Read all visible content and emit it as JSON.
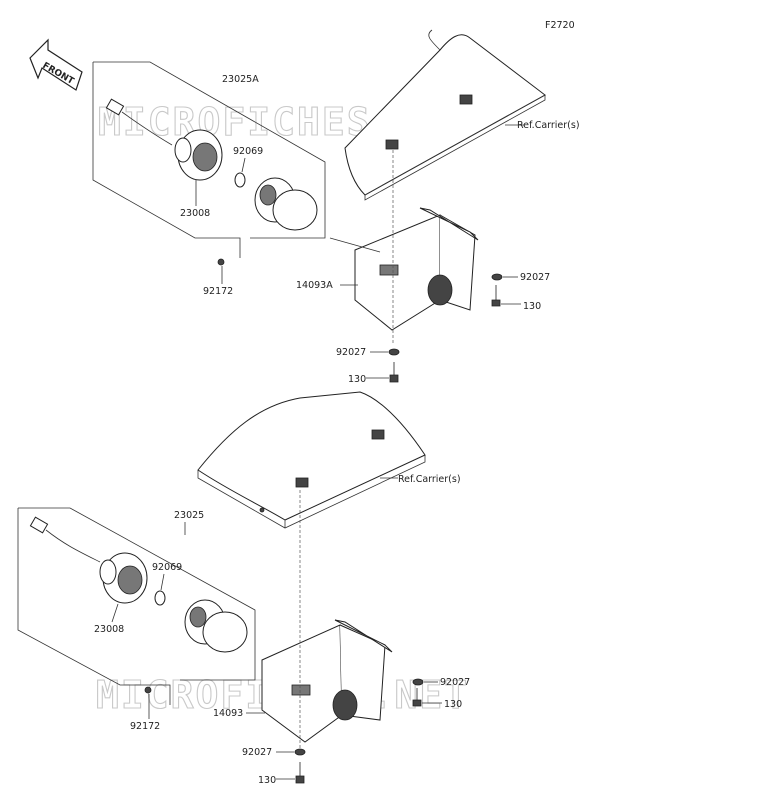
{
  "figure_code": "F2720",
  "front_label": "FRONT",
  "watermark": "MICROFICHES.NET",
  "top_group": {
    "assembly": "23025A",
    "socket": "23008",
    "bulb": "92069",
    "screw": "92172",
    "bracket": "14093A",
    "washer_right": "92027",
    "bolt_right": "130",
    "washer_bottom": "92027",
    "bolt_bottom": "130",
    "ref": "Ref.Carrier(s)"
  },
  "bottom_group": {
    "assembly": "23025",
    "socket": "23008",
    "bulb": "92069",
    "screw": "92172",
    "bracket": "14093",
    "washer_right": "92027",
    "bolt_right": "130",
    "washer_bottom": "92027",
    "bolt_bottom": "130",
    "ref": "Ref.Carrier(s)"
  }
}
